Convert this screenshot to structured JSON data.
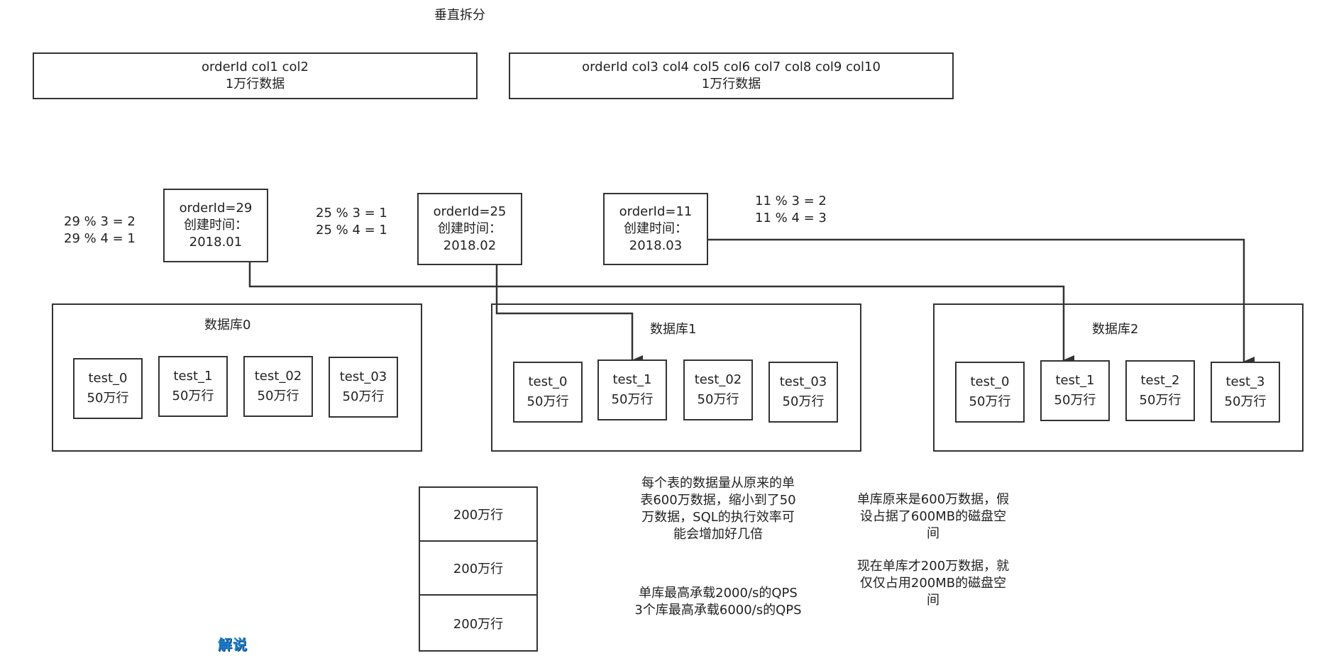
{
  "title": "垂直拆分",
  "vertical_split": [
    {
      "line1": "orderId col1 col2",
      "line2": "1万行数据"
    },
    {
      "line1": "orderId col3 col4 col5 col6 col7 col8 col9 col10",
      "line2": "1万行数据"
    }
  ],
  "orders": [
    {
      "id": "orderId=29",
      "time_label": "创建时间：",
      "time": "2018.01",
      "calc1": "29 % 3 = 2",
      "calc2": "29 % 4 = 1"
    },
    {
      "id": "orderId=25",
      "time_label": "创建时间：",
      "time": "2018.02",
      "calc1": "25 % 3 = 1",
      "calc2": "25 % 4 = 1"
    },
    {
      "id": "orderId=11",
      "time_label": "创建时间：",
      "time": "2018.03",
      "calc1": "11 % 3 = 2",
      "calc2": "11 % 4 = 3"
    }
  ],
  "databases": [
    {
      "name": "数据库0",
      "tables": [
        {
          "name": "test_0",
          "rows": "50万行"
        },
        {
          "name": "test_1",
          "rows": "50万行"
        },
        {
          "name": "test_02",
          "rows": "50万行"
        },
        {
          "name": "test_03",
          "rows": "50万行"
        }
      ]
    },
    {
      "name": "数据库1",
      "tables": [
        {
          "name": "test_0",
          "rows": "50万行"
        },
        {
          "name": "test_1",
          "rows": "50万行"
        },
        {
          "name": "test_02",
          "rows": "50万行"
        },
        {
          "name": "test_03",
          "rows": "50万行"
        }
      ]
    },
    {
      "name": "数据库2",
      "tables": [
        {
          "name": "test_0",
          "rows": "50万行"
        },
        {
          "name": "test_1",
          "rows": "50万行"
        },
        {
          "name": "test_2",
          "rows": "50万行"
        },
        {
          "name": "test_3",
          "rows": "50万行"
        }
      ]
    }
  ],
  "stack": [
    "200万行",
    "200万行",
    "200万行"
  ],
  "notes": {
    "table_size": [
      "每个表的数据量从原来的单",
      "表600万数据，缩小到了50",
      "万数据，SQL的执行效率可",
      "能会增加好几倍"
    ],
    "qps": [
      "单库最高承载2000/s的QPS",
      "3个库最高承载6000/s的QPS"
    ],
    "disk_before": [
      "单库原来是600万数据，假",
      "设占据了600MB的磁盘空",
      "间"
    ],
    "disk_after": [
      "现在单库才200万数据，就",
      "仅仅占用200MB的磁盘空",
      "间"
    ]
  },
  "logo_text": "解说"
}
